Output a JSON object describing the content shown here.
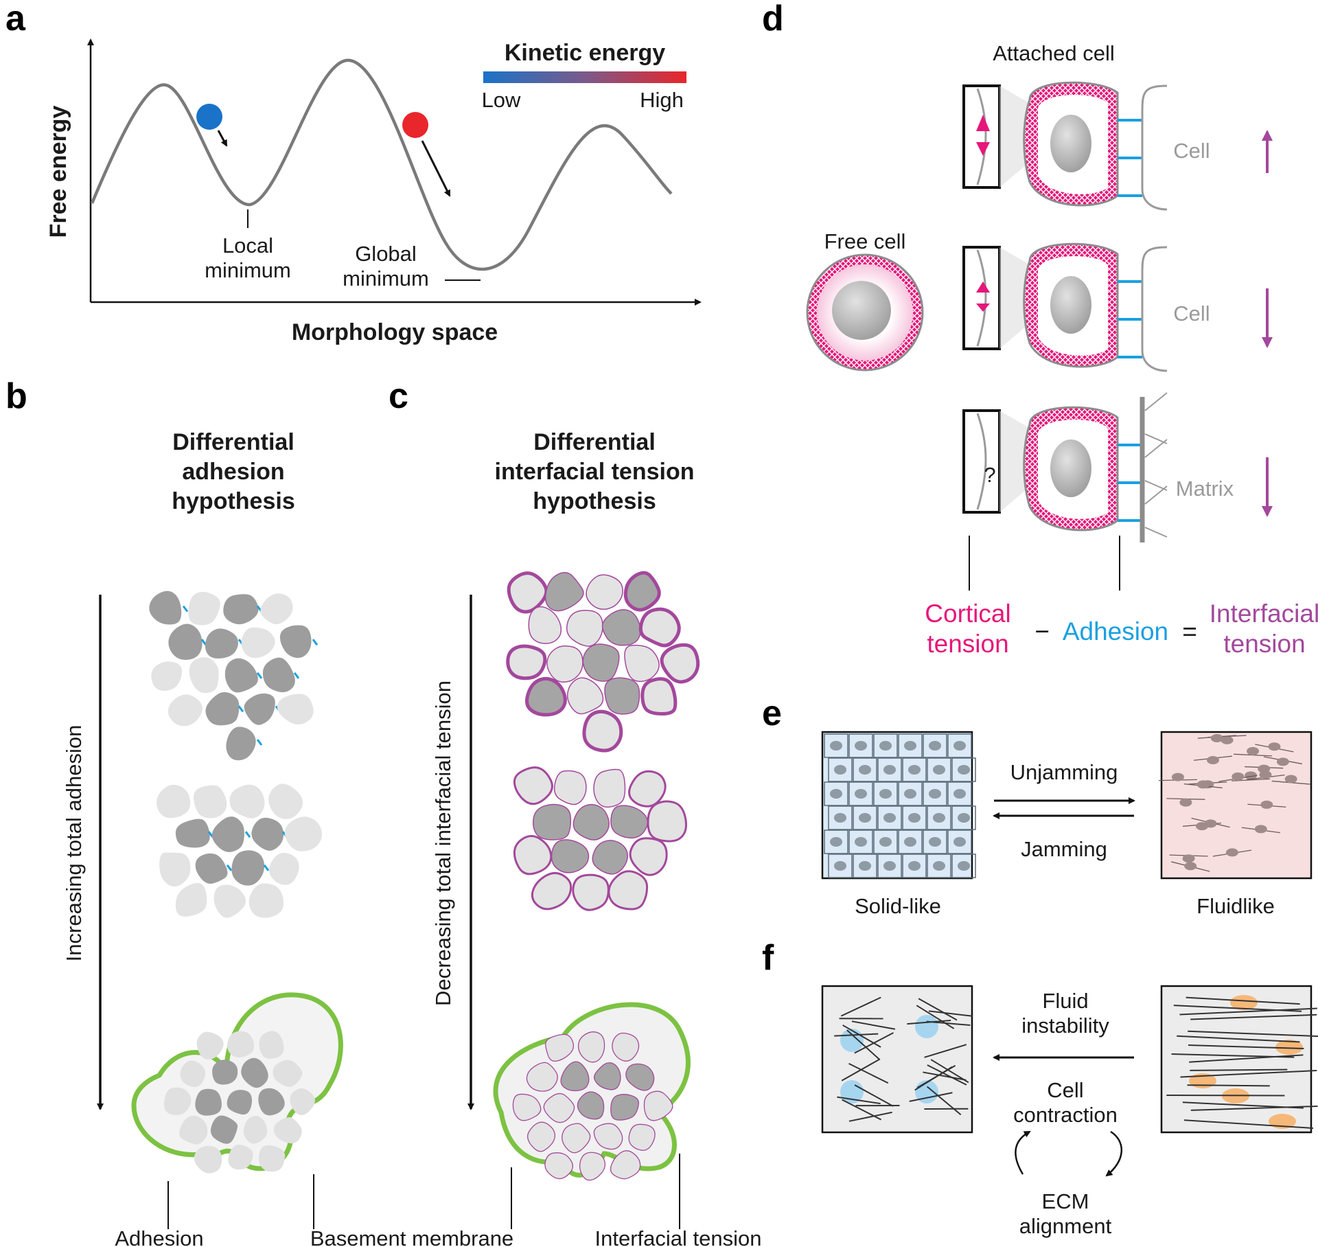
{
  "panels": {
    "a": {
      "label": "a",
      "y_axis": "Free energy",
      "x_axis": "Morphology space",
      "colorbar_title": "Kinetic energy",
      "colorbar_low": "Low",
      "colorbar_high": "High",
      "local_min_1": "Local",
      "local_min_2": "minimum",
      "global_min_1": "Global",
      "global_min_2": "minimum",
      "colors": {
        "low": "#1a73c8",
        "high": "#e8262b",
        "curve": "#7a7a7a"
      }
    },
    "b": {
      "label": "b",
      "title_1": "Differential",
      "title_2": "adhesion",
      "title_3": "hypothesis",
      "arrow_label": "Increasing total adhesion",
      "callout_adhesion": "Adhesion",
      "callout_membrane": "Basement membrane"
    },
    "c": {
      "label": "c",
      "title_1": "Differential",
      "title_2": "interfacial tension",
      "title_3": "hypothesis",
      "arrow_label": "Decreasing total interfacial tension",
      "callout_tension": "Interfacial tension"
    },
    "d": {
      "label": "d",
      "attached_cell": "Attached cell",
      "free_cell": "Free cell",
      "row1_partner": "Cell",
      "row2_partner": "Cell",
      "row3_partner": "Matrix",
      "question": "?",
      "cortical_1": "Cortical",
      "cortical_2": "tension",
      "minus": "−",
      "adhesion": "Adhesion",
      "equals": "=",
      "interfacial_1": "Interfacial",
      "interfacial_2": "tension",
      "colors": {
        "cortical": "#e6177a",
        "adhesion": "#1aa0e0",
        "interfacial": "#a3489c",
        "membrane": "#8c8c8c"
      }
    },
    "e": {
      "label": "e",
      "forward": "Unjamming",
      "backward": "Jamming",
      "left_state": "Solid-like",
      "right_state": "Fluidlike"
    },
    "f": {
      "label": "f",
      "top_1": "Fluid",
      "top_2": "instability",
      "mid_1": "Cell",
      "mid_2": "contraction",
      "bottom_1": "ECM",
      "bottom_2": "alignment"
    }
  }
}
